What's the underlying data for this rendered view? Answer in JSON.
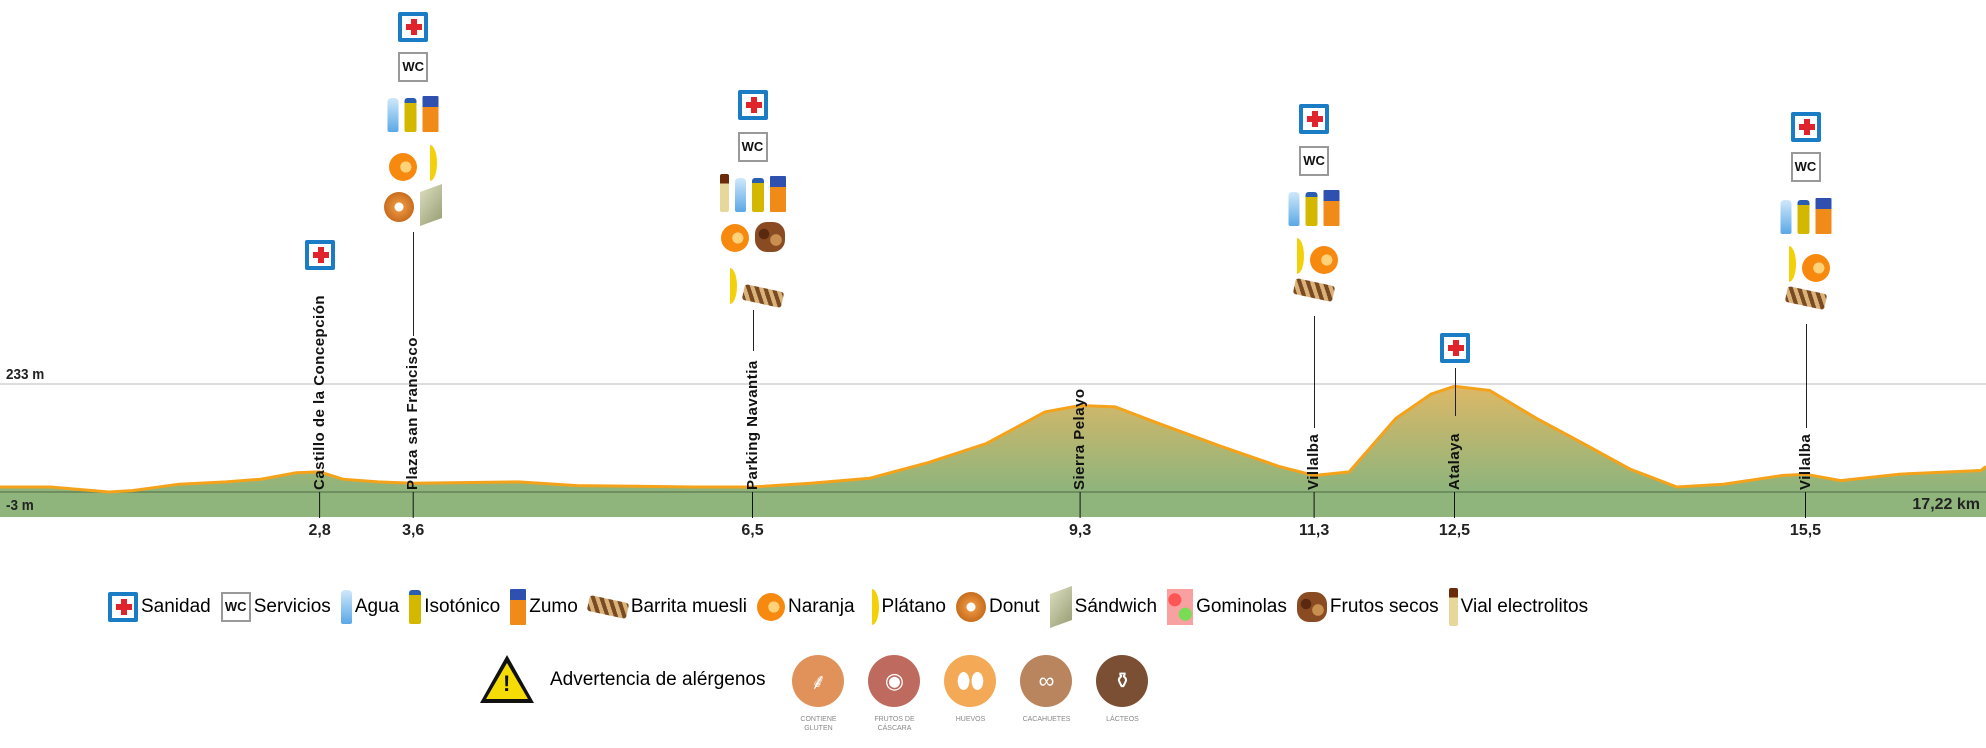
{
  "chart_data": {
    "type": "area",
    "title": "",
    "xlabel": "km",
    "ylabel": "m",
    "xlim": [
      0,
      17.22
    ],
    "ylim": [
      -3,
      233
    ],
    "y_labels": [
      "233 m",
      "-3 m"
    ],
    "total_label": "17,22 km",
    "profile": [
      [
        0,
        8
      ],
      [
        0.5,
        8
      ],
      [
        1.0,
        -3
      ],
      [
        1.2,
        0
      ],
      [
        1.6,
        14
      ],
      [
        2.0,
        19
      ],
      [
        2.3,
        25
      ],
      [
        2.6,
        39
      ],
      [
        2.8,
        41
      ],
      [
        3.0,
        25
      ],
      [
        3.3,
        19
      ],
      [
        3.6,
        16
      ],
      [
        4.5,
        19
      ],
      [
        5.0,
        11
      ],
      [
        6.0,
        8
      ],
      [
        6.5,
        8
      ],
      [
        7.0,
        16
      ],
      [
        7.5,
        27
      ],
      [
        8.0,
        61
      ],
      [
        8.5,
        103
      ],
      [
        9.0,
        172
      ],
      [
        9.3,
        186
      ],
      [
        9.6,
        183
      ],
      [
        10.0,
        144
      ],
      [
        10.5,
        97
      ],
      [
        11.0,
        53
      ],
      [
        11.3,
        33
      ],
      [
        11.6,
        41
      ],
      [
        12.0,
        158
      ],
      [
        12.3,
        211
      ],
      [
        12.5,
        228
      ],
      [
        12.8,
        219
      ],
      [
        13.2,
        158
      ],
      [
        13.6,
        103
      ],
      [
        14.0,
        47
      ],
      [
        14.4,
        8
      ],
      [
        14.8,
        14
      ],
      [
        15.3,
        33
      ],
      [
        15.5,
        36
      ],
      [
        15.8,
        22
      ],
      [
        16.3,
        36
      ],
      [
        17.0,
        44
      ],
      [
        17.22,
        53
      ]
    ],
    "markers": [
      {
        "km": 2.8,
        "label": "2,8",
        "name": "Castillo de la Concepción"
      },
      {
        "km": 3.6,
        "label": "3,6",
        "name": "Plaza san Francisco"
      },
      {
        "km": 6.5,
        "label": "6,5",
        "name": "Parking Navantia"
      },
      {
        "km": 9.3,
        "label": "9,3",
        "name": "Sierra Pelayo"
      },
      {
        "km": 11.3,
        "label": "11,3",
        "name": "Villalba"
      },
      {
        "km": 12.5,
        "label": "12,5",
        "name": "Atalaya"
      },
      {
        "km": 15.5,
        "label": "15,5",
        "name": "Villalba"
      }
    ],
    "colors": {
      "line": "#f5a21b",
      "top": "#dcb866",
      "bottom": "#8db47c",
      "base": "#8fb57d"
    }
  },
  "stations": [
    {
      "rows": [
        [
          "sanidad"
        ]
      ]
    },
    {
      "rows": [
        [
          "sanidad"
        ],
        [
          "wc"
        ],
        [
          "agua",
          "isotonico",
          "zumo"
        ],
        [
          "naranja",
          "platano"
        ],
        [
          "donut",
          "sandwich"
        ]
      ]
    },
    {
      "rows": [
        [
          "sanidad"
        ],
        [
          "wc"
        ],
        [
          "vial",
          "agua",
          "isotonico",
          "zumo"
        ],
        [
          "naranja",
          "frutos"
        ],
        [
          "platano",
          "barrita"
        ]
      ]
    },
    {
      "rows": []
    },
    {
      "rows": [
        [
          "sanidad"
        ],
        [
          "wc"
        ],
        [
          "agua",
          "isotonico",
          "zumo"
        ],
        [
          "platano",
          "naranja"
        ],
        [
          "barrita"
        ]
      ]
    },
    {
      "rows": [
        [
          "sanidad"
        ]
      ]
    },
    {
      "rows": [
        [
          "sanidad"
        ],
        [
          "wc"
        ],
        [
          "agua",
          "isotonico",
          "zumo"
        ],
        [
          "platano",
          "naranja"
        ],
        [
          "barrita"
        ]
      ]
    }
  ],
  "wc_text": "WC",
  "legend": [
    {
      "icon": "sanidad",
      "label": "Sanidad"
    },
    {
      "icon": "wc",
      "label": "Servicios"
    },
    {
      "icon": "agua",
      "label": "Agua"
    },
    {
      "icon": "isotonico",
      "label": "Isotónico"
    },
    {
      "icon": "zumo",
      "label": "Zumo"
    },
    {
      "icon": "barrita",
      "label": "Barrita muesli"
    },
    {
      "icon": "naranja",
      "label": "Naranja"
    },
    {
      "icon": "platano",
      "label": "Plátano"
    },
    {
      "icon": "donut",
      "label": "Donut"
    },
    {
      "icon": "sandwich",
      "label": "Sándwich"
    },
    {
      "icon": "gominolas",
      "label": "Gominolas"
    },
    {
      "icon": "frutos",
      "label": "Frutos secos"
    },
    {
      "icon": "vial",
      "label": "Vial electrolitos"
    }
  ],
  "allergens": {
    "warning_label": "Advertencia de alérgenos",
    "items": [
      {
        "icon": "wheat-icon",
        "glyph": "⸙",
        "color": "#e0925a",
        "label": "CONTIENE GLUTEN"
      },
      {
        "icon": "walnut-icon",
        "glyph": "◉",
        "color": "#bf6a5e",
        "label": "FRUTOS DE CÁSCARA"
      },
      {
        "icon": "eggs-icon",
        "glyph": "⬮⬮",
        "color": "#f3a955",
        "label": "HUEVOS"
      },
      {
        "icon": "peanut-icon",
        "glyph": "∞",
        "color": "#b9855e",
        "label": "CACAHUETES"
      },
      {
        "icon": "milk-jug-icon",
        "glyph": "⚱",
        "color": "#7a4f34",
        "label": "LÁCTEOS"
      }
    ]
  }
}
